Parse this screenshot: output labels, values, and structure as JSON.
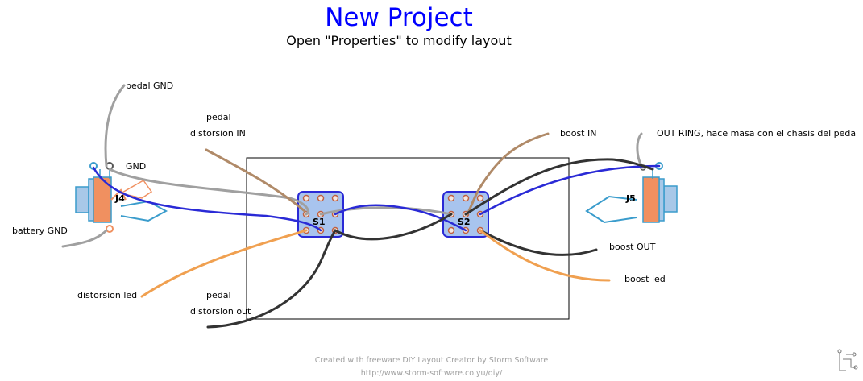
{
  "header": {
    "title": "New Project",
    "subtitle": "Open \"Properties\" to modify layout"
  },
  "labels": {
    "pedal_gnd": "pedal GND",
    "gnd": "GND",
    "pedal_distorsion_in_1": "pedal",
    "pedal_distorsion_in_2": "distorsion IN",
    "boost_in": "boost IN",
    "out_ring": "OUT RING, hace masa con el chasis del peda",
    "battery_gnd": "battery GND",
    "j4": "J4",
    "j5": "J5",
    "s1": "S1",
    "s2": "S2",
    "boost_out": "boost OUT",
    "boost_led": "boost led",
    "distorsion_led": "distorsion led",
    "pedal_distorsion_out_1": "pedal",
    "pedal_distorsion_out_2": "distorsion out"
  },
  "footer": {
    "line1": "Created with freeware DIY Layout Creator by Storm Software",
    "line2": "http://www.storm-software.co.yu/diy/"
  },
  "colors": {
    "title": "#0000ff",
    "wire_blue": "#2a2ad6",
    "wire_gray": "#a0a0a0",
    "wire_dark": "#333333",
    "wire_tan": "#b08a68",
    "wire_orange": "#f0a050",
    "switch_body": "#a8c4ee",
    "switch_border": "#2a2ad6",
    "jack_orange": "#f09060",
    "jack_blue": "#3a9ccc",
    "jack_light": "#a8c8e8"
  },
  "icons": {
    "logo": "diy-circuit-logo-icon"
  }
}
